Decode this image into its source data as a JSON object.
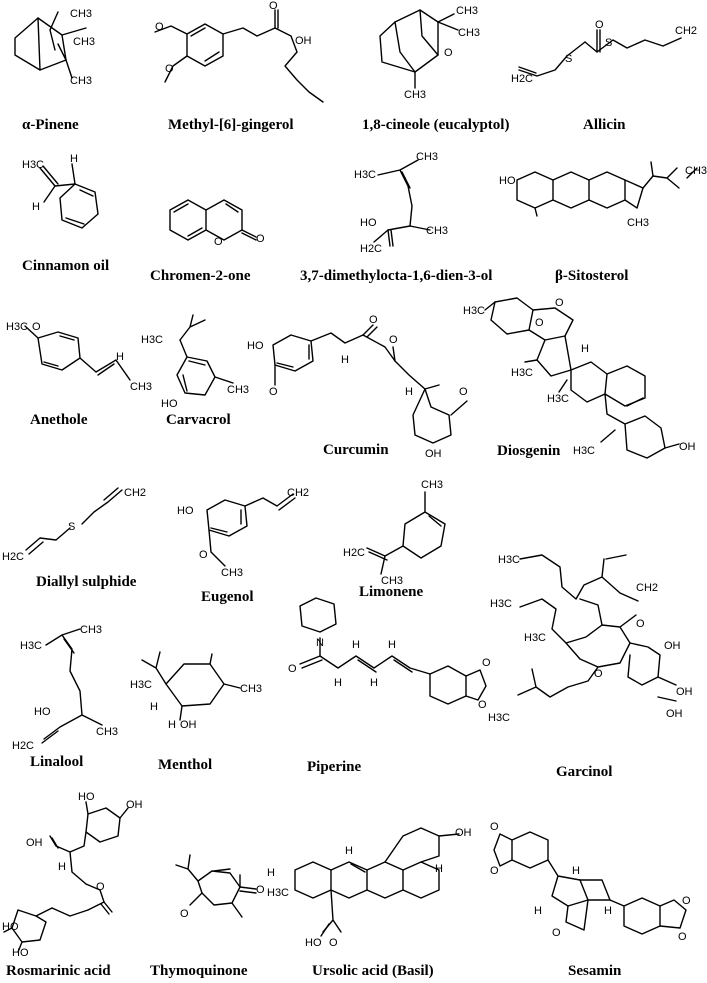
{
  "compounds": [
    {
      "name": "α-Pinene"
    },
    {
      "name": "Methyl-[6]-gingerol"
    },
    {
      "name": "1,8-cineole (eucalyptol)"
    },
    {
      "name": "Allicin"
    },
    {
      "name": "Cinnamon oil"
    },
    {
      "name": "Chromen-2-one"
    },
    {
      "name": "3,7-dimethylocta-1,6-dien-3-ol"
    },
    {
      "name": "β-Sitosterol"
    },
    {
      "name": "Anethole"
    },
    {
      "name": "Carvacrol"
    },
    {
      "name": "Curcumin"
    },
    {
      "name": "Diosgenin"
    },
    {
      "name": "Diallyl sulphide"
    },
    {
      "name": "Eugenol"
    },
    {
      "name": "Limonene"
    },
    {
      "name": "Garcinol"
    },
    {
      "name": "Linalool"
    },
    {
      "name": "Menthol"
    },
    {
      "name": "Piperine"
    },
    {
      "name": "Rosmarinic acid"
    },
    {
      "name": "Thymoquinone"
    },
    {
      "name": "Ursolic acid (Basil)"
    },
    {
      "name": "Sesamin"
    }
  ],
  "atom_labels": {
    "ch3": "CH3",
    "h3c": "H3C",
    "ch2": "CH2",
    "h2c": "H2C",
    "o": "O",
    "oh": "OH",
    "ho": "HO",
    "h": "H",
    "s": "S",
    "n": "N"
  }
}
